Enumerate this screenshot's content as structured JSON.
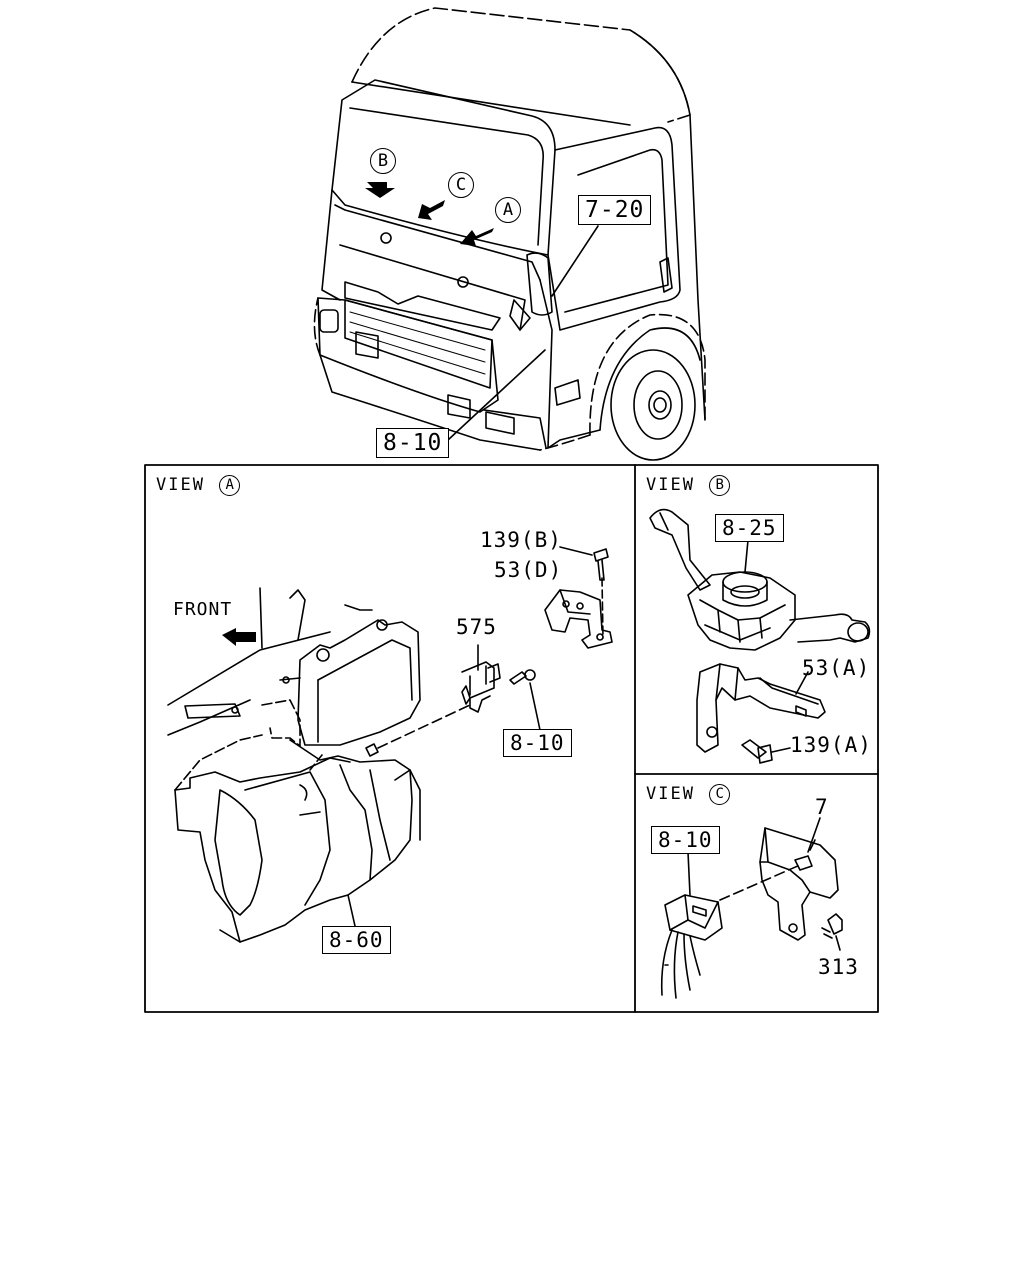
{
  "truck": {
    "callout_ref_top": "7-20",
    "callout_ref_bottom": "8-10",
    "view_markers": [
      "B",
      "C",
      "A"
    ]
  },
  "panels": {
    "view_a": {
      "view_word": "VIEW",
      "view_letter": "A",
      "front_label": "FRONT",
      "labels": {
        "bolt_b": "139(B)",
        "bracket_d": "53(D)",
        "clip": "575",
        "ref_connector": "8-10",
        "ref_heater": "8-60"
      }
    },
    "view_b": {
      "view_word": "VIEW",
      "view_letter": "B",
      "labels": {
        "ref_switch": "8-25",
        "bracket_a": "53(A)",
        "bolt_a": "139(A)"
      }
    },
    "view_c": {
      "view_word": "VIEW",
      "view_letter": "C",
      "labels": {
        "ref_connector": "8-10",
        "bracket": "7",
        "bolt": "313"
      }
    }
  }
}
